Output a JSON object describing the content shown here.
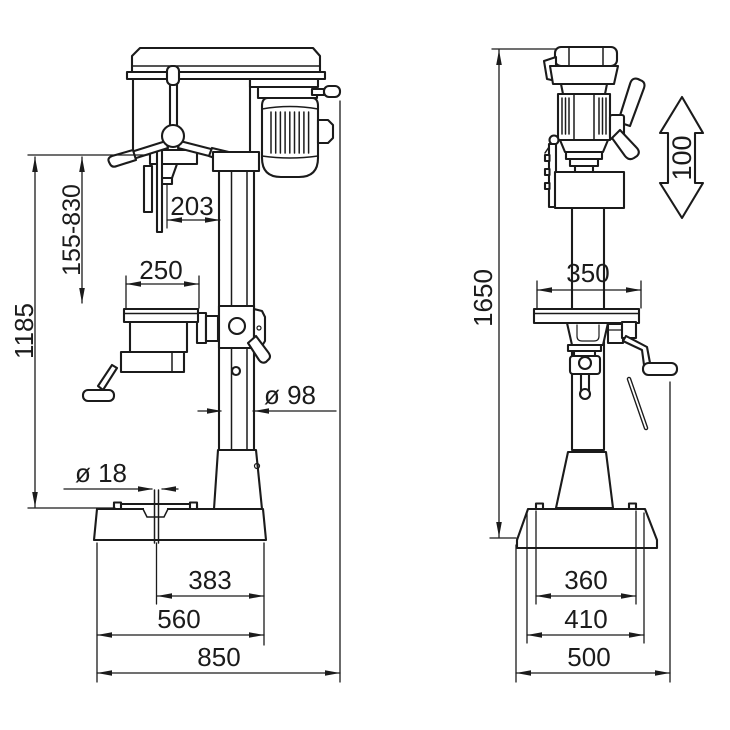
{
  "colors": {
    "background": "#ffffff",
    "line": "#1b1b1b",
    "dimension_text": "#1b1b1b"
  },
  "front_view": {
    "dimensions": {
      "spindle_to_column": "203",
      "spindle_height_range": "155-830",
      "table_depth": "250",
      "working_height": "1185",
      "column_diameter": "ø 98",
      "base_slot_diameter": "ø 18",
      "slot_to_rear": "383",
      "base_depth": "560",
      "overall_depth": "850"
    }
  },
  "side_view": {
    "dimensions": {
      "overall_height": "1650",
      "spindle_stroke": "100",
      "table_width": "350",
      "base_top_width": "360",
      "base_mid_width": "410",
      "overall_width": "500"
    }
  }
}
